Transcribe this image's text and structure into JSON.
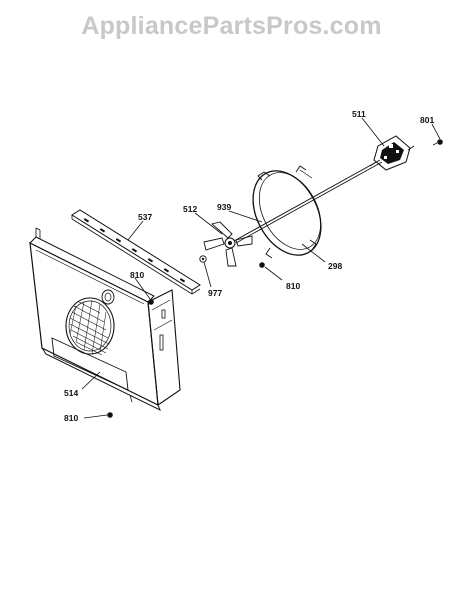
{
  "watermark": "AppliancePartsPros.com",
  "corner_mark": "",
  "part_labels": {
    "p511": "511",
    "p801": "801",
    "p512": "512",
    "p939": "939",
    "p537": "537",
    "p298": "298",
    "p810_fan": "810",
    "p810_cover": "810",
    "p810_bottom": "810",
    "p977": "977",
    "p514": "514"
  },
  "colors": {
    "ink": "#111111",
    "watermark": "#c8c8c8",
    "background": "#ffffff"
  }
}
